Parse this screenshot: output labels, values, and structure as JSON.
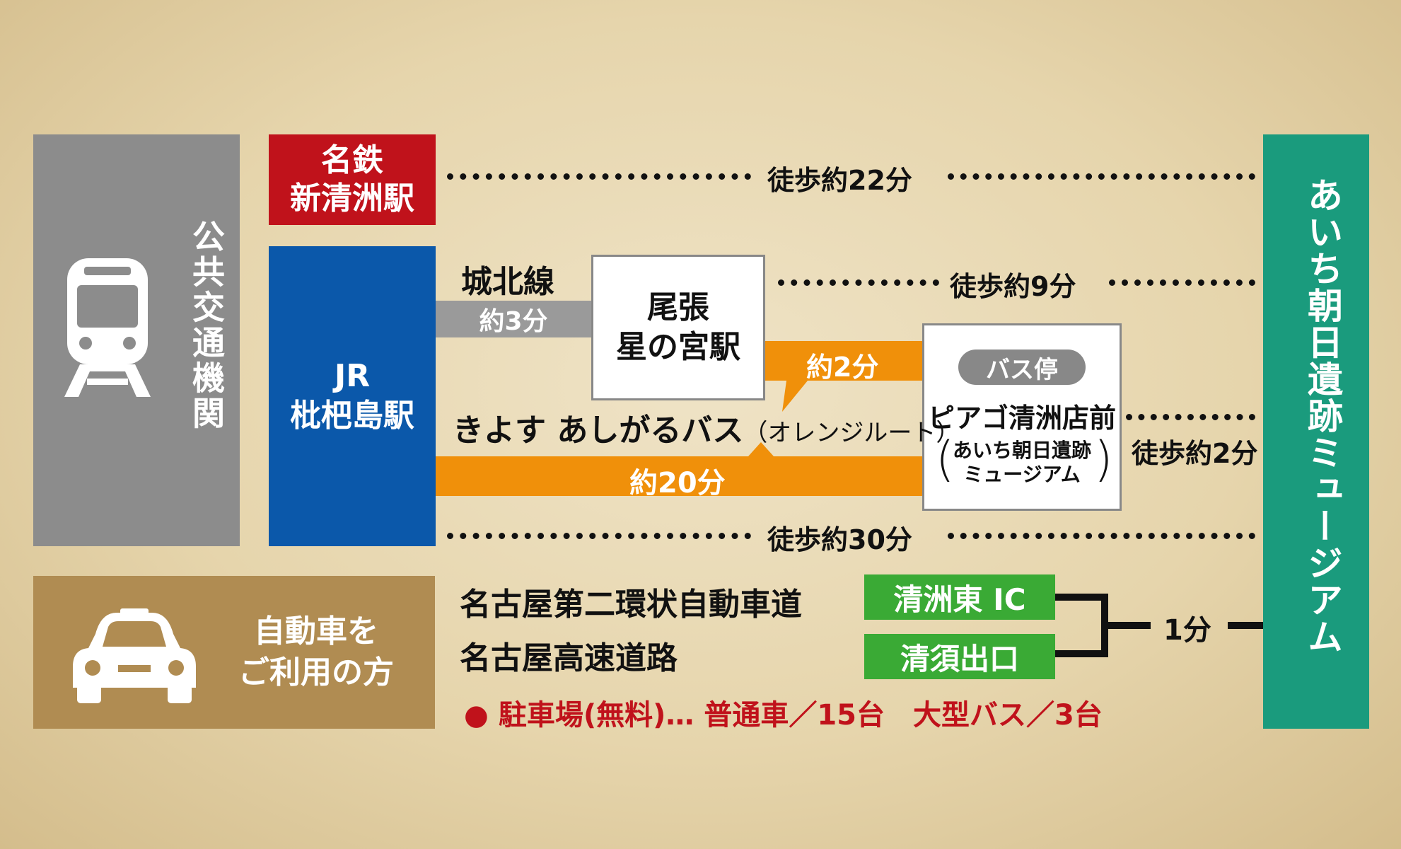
{
  "left": {
    "public_transport": "公共交通機関",
    "car_users": [
      "自動車を",
      "ご利用の方"
    ]
  },
  "stations": {
    "meitetsu": [
      "名鉄",
      "新清洲駅"
    ],
    "jr": [
      "JR",
      "枇杷島駅"
    ],
    "owari": [
      "尾張",
      "星の宮駅"
    ]
  },
  "destination": "あいち朝日遺跡ミュージアム",
  "routes": {
    "walk_22": "徒歩約22分",
    "johoku_line": "城北線",
    "johoku_time": "約3分",
    "walk_9": "徒歩約9分",
    "bus_2": "約2分",
    "bus_name": "きよす あしがるバス",
    "bus_route": "（オレンジルート）",
    "bus_20": "約20分",
    "walk_2": "徒歩約2分",
    "walk_30": "徒歩約30分"
  },
  "bus_stop": {
    "badge": "バス停",
    "name": "ピアゴ清洲店前",
    "sub_line1": "あいち朝日遺跡",
    "sub_line2": "ミュージアム"
  },
  "car": {
    "highway1": "名古屋第二環状自動車道",
    "highway2": "名古屋高速道路",
    "exit1": "清洲東 IC",
    "exit2": "清須出口",
    "time": "1分"
  },
  "parking": {
    "bullet": "●",
    "text": "駐車場(無料)… 普通車／15台　大型バス／3台"
  },
  "colors": {
    "gray": "#8a8a8a",
    "red": "#c0121b",
    "blue": "#0b58aa",
    "teal": "#1a9b7d",
    "brown": "#b08c52",
    "orange": "#f0900a",
    "green": "#3aaa35"
  }
}
